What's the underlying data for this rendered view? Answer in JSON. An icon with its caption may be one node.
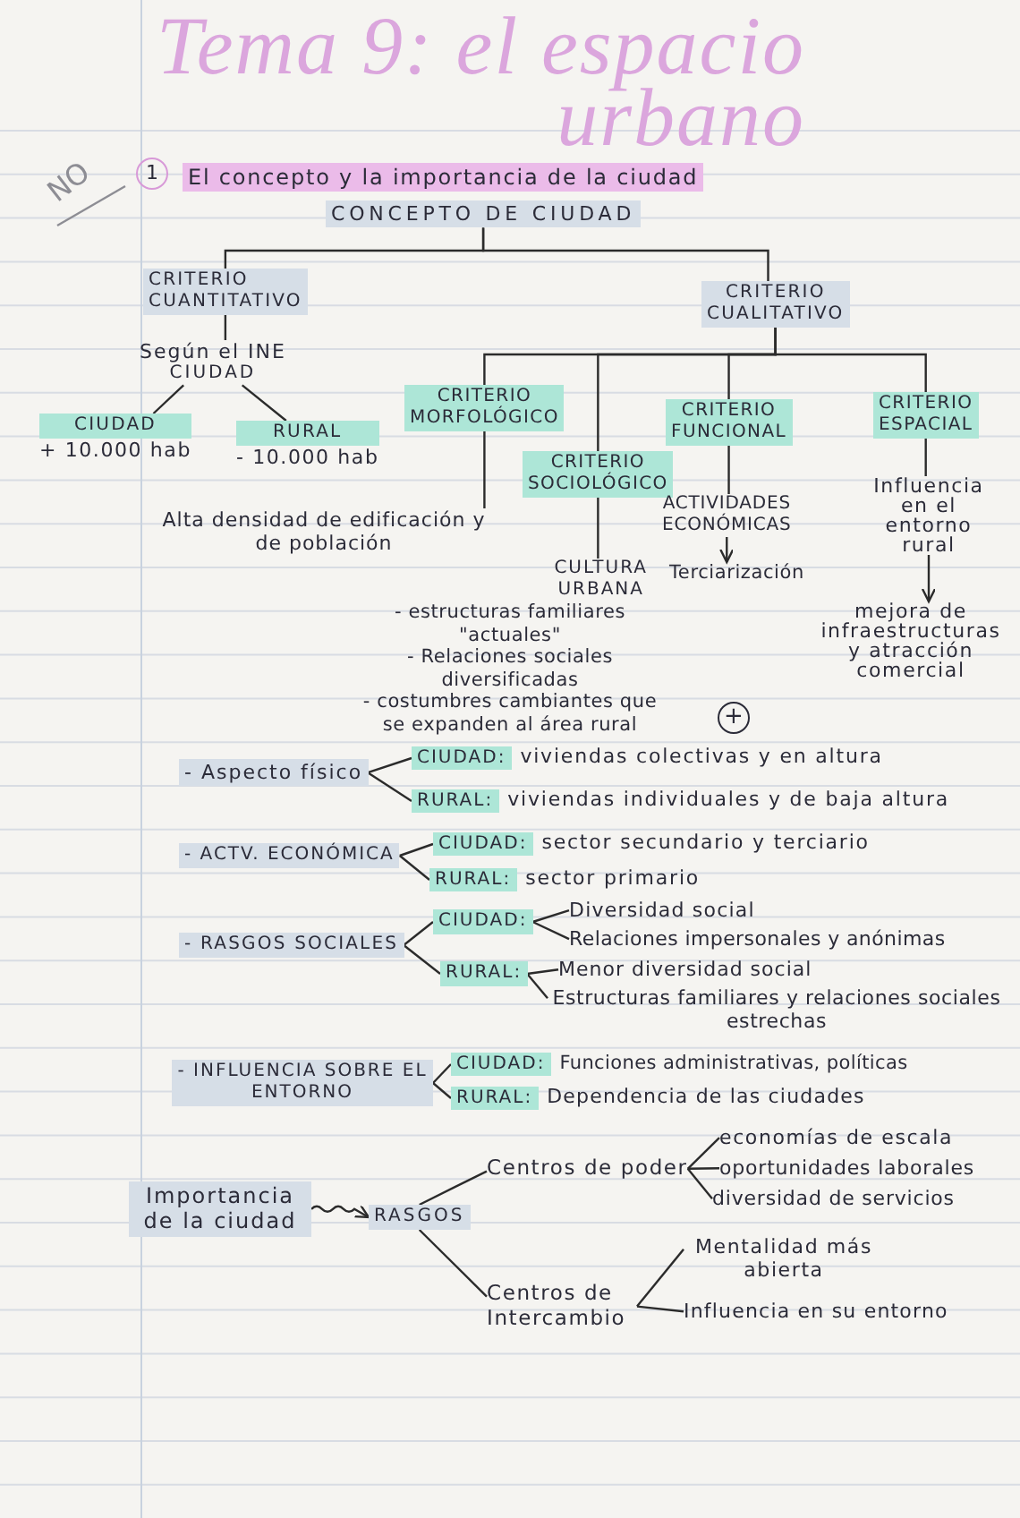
{
  "diagram": {
    "title": "Tema 9: el espacio urbano",
    "nodes": [
      {
        "text": [
          "1"
        ]
      },
      {
        "text": [
          "El concepto y la importancia de la ciudad"
        ]
      },
      {
        "text": [
          "CONCEPTO DE CIUDAD"
        ]
      },
      {
        "text": [
          "CRITERIO CUANTITATIVO"
        ]
      },
      {
        "text": [
          "CRITERIO CUALITATIVO"
        ]
      },
      {
        "text": [
          "Según el INE",
          "CIUDAD"
        ]
      },
      {
        "text": [
          "CIUDAD",
          "+ 10.000 hab"
        ]
      },
      {
        "text": [
          "RURAL",
          "- 10.000 hab"
        ]
      },
      {
        "text": [
          "CRITERIO MORFOLÓGICO"
        ]
      },
      {
        "text": [
          "CRITERIO SOCIOLÓGICO"
        ]
      },
      {
        "text": [
          "CRITERIO FUNCIONAL"
        ]
      },
      {
        "text": [
          "CRITERIO ESPACIAL"
        ]
      },
      {
        "text": [
          "Alta densidad de edificación y de población"
        ]
      },
      {
        "text": [
          "CULTURA URBANA",
          "- estructuras familiares \"actuales\"",
          "- Relaciones sociales diversificadas",
          "- costumbres cambiantes que se expanden al área rural"
        ]
      },
      {
        "text": [
          "ACTIVIDADES ECONÓMICAS"
        ]
      },
      {
        "text": [
          "Terciarización"
        ]
      },
      {
        "text": [
          "Influencia en el entorno rural"
        ]
      },
      {
        "text": [
          "mejora de infraestructuras y atracción comercial"
        ]
      },
      {
        "text": [
          "+"
        ]
      },
      {
        "text": [
          "- Aspecto físico"
        ]
      },
      {
        "text": [
          "CIUDAD:",
          "viviendas colectivas y en altura"
        ]
      },
      {
        "text": [
          "RURAL:",
          "viviendas individuales y de baja altura"
        ]
      },
      {
        "text": [
          "- ACTV. ECONÓMICA"
        ]
      },
      {
        "text": [
          "CIUDAD:",
          "sector secundario y terciario"
        ]
      },
      {
        "text": [
          "RURAL:",
          "sector primario"
        ]
      },
      {
        "text": [
          "- RASGOS SOCIALES"
        ]
      },
      {
        "text": [
          "CIUDAD:"
        ]
      },
      {
        "text": [
          "Diversidad social"
        ]
      },
      {
        "text": [
          "Relaciones impersonales y anónimas"
        ]
      },
      {
        "text": [
          "RURAL:"
        ]
      },
      {
        "text": [
          "Menor diversidad social"
        ]
      },
      {
        "text": [
          "Estructuras familiares y relaciones sociales estrechas"
        ]
      },
      {
        "text": [
          "- INFLUENCIA SOBRE EL ENTORNO"
        ]
      },
      {
        "text": [
          "CIUDAD:",
          "Funciones administrativas, políticas"
        ]
      },
      {
        "text": [
          "RURAL:",
          "Dependencia de las ciudades"
        ]
      },
      {
        "text": [
          "Importancia de la ciudad"
        ]
      },
      {
        "text": [
          "RASGOS"
        ]
      },
      {
        "text": [
          "Centros de poder"
        ]
      },
      {
        "text": [
          "economías de escala"
        ]
      },
      {
        "text": [
          "oportunidades laborales"
        ]
      },
      {
        "text": [
          "diversidad de servicios"
        ]
      },
      {
        "text": [
          "Centros de Intercambio"
        ]
      },
      {
        "text": [
          "Mentalidad más abierta"
        ]
      },
      {
        "text": [
          "Influencia en su entorno"
        ]
      }
    ],
    "edges": [
      {
        "from": 2,
        "to": 3,
        "arrow": "none"
      },
      {
        "from": 2,
        "to": 4,
        "arrow": "none"
      },
      {
        "from": 3,
        "to": 5,
        "arrow": "none"
      },
      {
        "from": 5,
        "to": 6,
        "arrow": "none"
      },
      {
        "from": 5,
        "to": 7,
        "arrow": "none"
      },
      {
        "from": 4,
        "to": 8,
        "arrow": "none"
      },
      {
        "from": 4,
        "to": 9,
        "arrow": "none"
      },
      {
        "from": 4,
        "to": 10,
        "arrow": "none"
      },
      {
        "from": 4,
        "to": 11,
        "arrow": "none"
      },
      {
        "from": 8,
        "to": 12,
        "arrow": "none"
      },
      {
        "from": 9,
        "to": 13,
        "arrow": "none"
      },
      {
        "from": 10,
        "to": 14,
        "arrow": "none"
      },
      {
        "from": 14,
        "to": 15,
        "arrow": "to"
      },
      {
        "from": 11,
        "to": 16,
        "arrow": "none"
      },
      {
        "from": 16,
        "to": 17,
        "arrow": "to"
      },
      {
        "from": 19,
        "to": 20,
        "arrow": "none"
      },
      {
        "from": 19,
        "to": 21,
        "arrow": "none"
      },
      {
        "from": 22,
        "to": 23,
        "arrow": "none"
      },
      {
        "from": 22,
        "to": 24,
        "arrow": "none"
      },
      {
        "from": 25,
        "to": 26,
        "arrow": "none"
      },
      {
        "from": 25,
        "to": 29,
        "arrow": "none"
      },
      {
        "from": 26,
        "to": 27,
        "arrow": "none"
      },
      {
        "from": 26,
        "to": 28,
        "arrow": "none"
      },
      {
        "from": 29,
        "to": 30,
        "arrow": "none"
      },
      {
        "from": 29,
        "to": 31,
        "arrow": "none"
      },
      {
        "from": 32,
        "to": 33,
        "arrow": "none"
      },
      {
        "from": 32,
        "to": 34,
        "arrow": "none"
      },
      {
        "from": 35,
        "to": 36,
        "arrow": "to"
      },
      {
        "from": 36,
        "to": 37,
        "arrow": "none"
      },
      {
        "from": 36,
        "to": 41,
        "arrow": "none"
      },
      {
        "from": 37,
        "to": 38,
        "arrow": "none"
      },
      {
        "from": 37,
        "to": 39,
        "arrow": "none"
      },
      {
        "from": 37,
        "to": 40,
        "arrow": "none"
      },
      {
        "from": 41,
        "to": 42,
        "arrow": "none"
      },
      {
        "from": 41,
        "to": 43,
        "arrow": "none"
      }
    ],
    "labels": [
      "NO"
    ]
  }
}
